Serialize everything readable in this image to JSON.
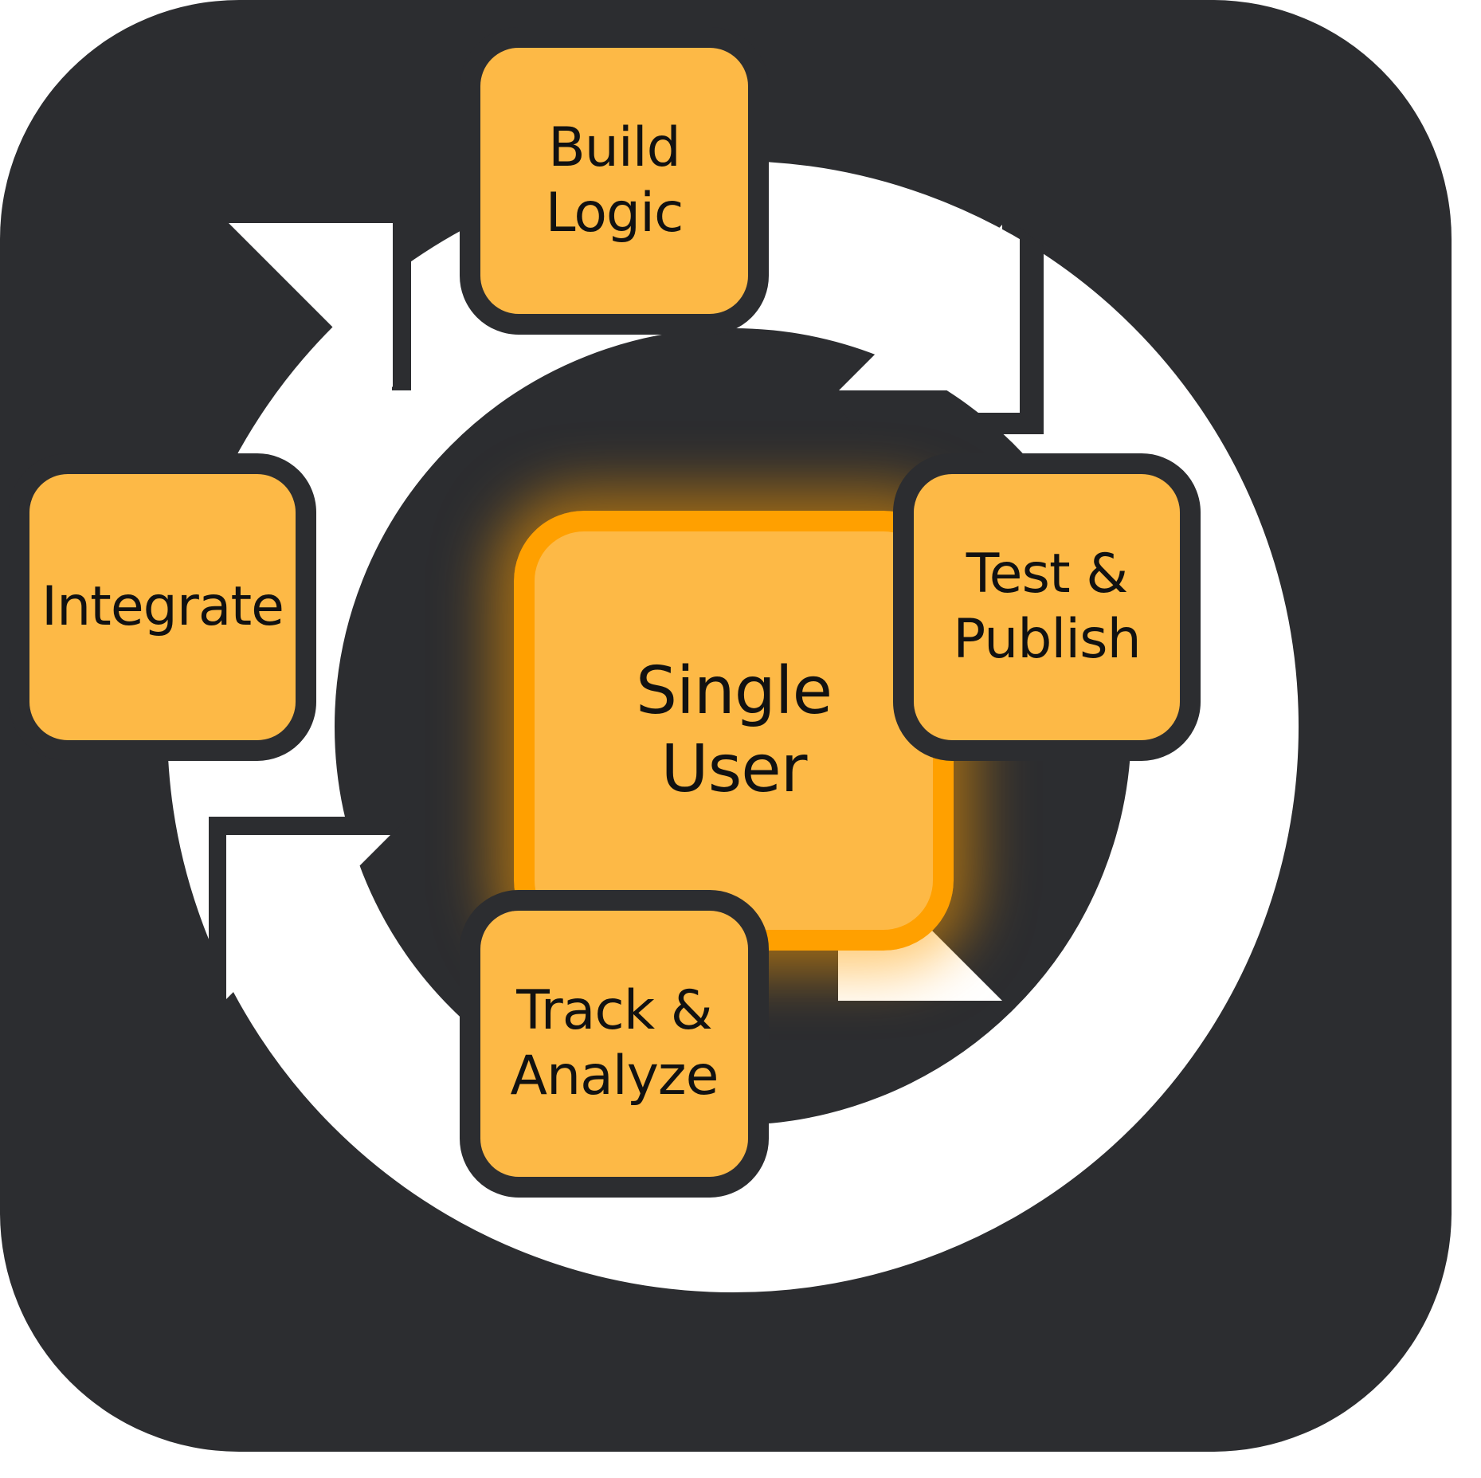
{
  "colors": {
    "panel": "#2c2d30",
    "node_fill": "#fdb946",
    "center_border": "#ffa000",
    "arrow": "#ffffff",
    "text": "#111111"
  },
  "center": {
    "label": "Single\nUser"
  },
  "nodes": {
    "build": {
      "label": "Build\nLogic"
    },
    "test": {
      "label": "Test &\nPublish"
    },
    "track": {
      "label": "Track &\nAnalyze"
    },
    "integrate": {
      "label": "Integrate"
    }
  }
}
